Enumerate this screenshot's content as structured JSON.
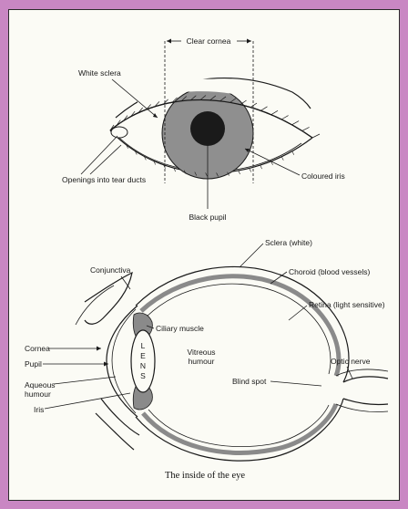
{
  "colors": {
    "frame": "#c987c3",
    "panel": "#fbfbf5",
    "iris": "#8f8f8f",
    "pupil": "#1a1a1a",
    "choroid": "#8a8a8a"
  },
  "external_eye": {
    "clear_cornea": "Clear cornea",
    "white_sclera": "White sclera",
    "tear_ducts": "Openings into tear ducts",
    "coloured_iris": "Coloured iris",
    "black_pupil": "Black pupil"
  },
  "cross_section": {
    "conjunctiva": "Conjunctiva",
    "sclera": "Sclera (white)",
    "choroid": "Choroid (blood vessels)",
    "retina": "Retina (light sensitive)",
    "ciliary_muscle": "Ciliary muscle",
    "cornea": "Cornea",
    "pupil": "Pupil",
    "aqueous_line1": "Aqueous",
    "aqueous_line2": "humour",
    "iris": "Iris",
    "vitreous_line1": "Vitreous",
    "vitreous_line2": "humour",
    "blind_spot": "Blind spot",
    "optic_nerve": "Optic nerve",
    "lens_letters": [
      "L",
      "E",
      "N",
      "S"
    ]
  },
  "caption": "The inside of the eye"
}
